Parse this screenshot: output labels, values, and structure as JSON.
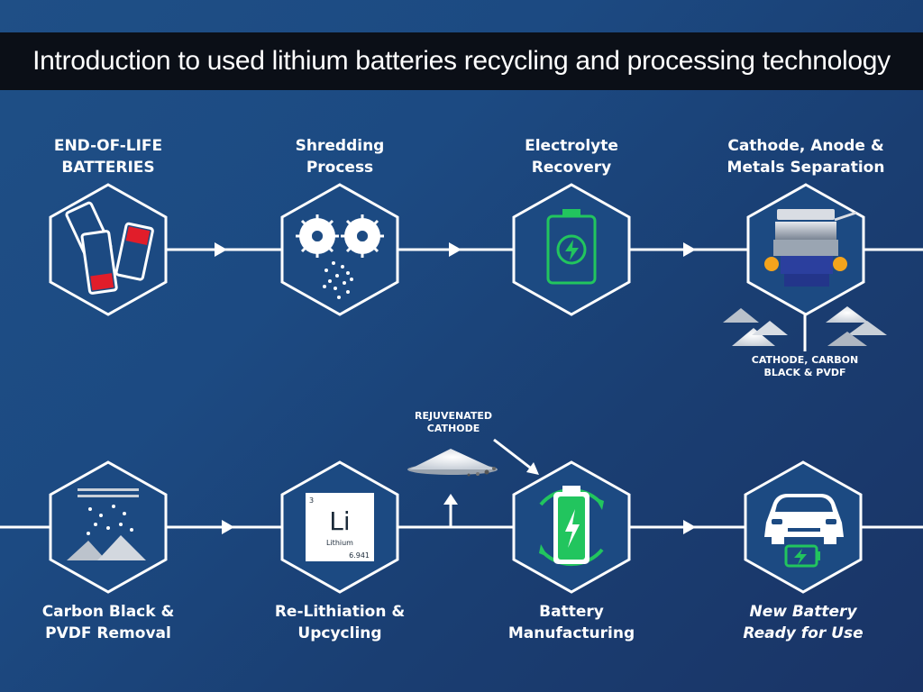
{
  "title": "Introduction to used lithium batteries recycling and processing technology",
  "steps": [
    {
      "id": "end-of-life",
      "line1": "END-OF-LIFE",
      "line2": "BATTERIES",
      "icon": "used-batteries-icon"
    },
    {
      "id": "shredding",
      "line1": "Shredding",
      "line2": "Process",
      "icon": "shredder-blades-icon"
    },
    {
      "id": "electrolyte",
      "line1": "Electrolyte",
      "line2": "Recovery",
      "icon": "battery-recovery-icon"
    },
    {
      "id": "separation",
      "line1": "Cathode, Anode &",
      "line2": "Metals Separation",
      "icon": "vibrating-sieve-machine-icon"
    },
    {
      "id": "carbon-removal",
      "line1": "Carbon Black &",
      "line2": "PVDF Removal",
      "icon": "powder-pile-icon"
    },
    {
      "id": "relithiation",
      "line1": "Re-Lithiation &",
      "line2": "Upcycling",
      "icon": "lithium-element-icon"
    },
    {
      "id": "manufacturing",
      "line1": "Battery",
      "line2": "Manufacturing",
      "icon": "charging-battery-icon"
    },
    {
      "id": "ready",
      "line1": "New Battery",
      "line2": "Ready for Use",
      "icon": "electric-car-icon"
    }
  ],
  "byproduct": {
    "line1": "CATHODE, CARBON",
    "line2": "BLACK & PVDF"
  },
  "rejuvenated": {
    "line1": "REJUVENATED",
    "line2": "CATHODE"
  },
  "lithium_tile": {
    "number": "3",
    "symbol": "Li",
    "name": "Lithium",
    "mass": "6.941"
  },
  "colors": {
    "line": "#ffffff",
    "accent_green": "#22c55e",
    "accent_red": "#e11d2a",
    "title_bg": "#0b0f17"
  }
}
